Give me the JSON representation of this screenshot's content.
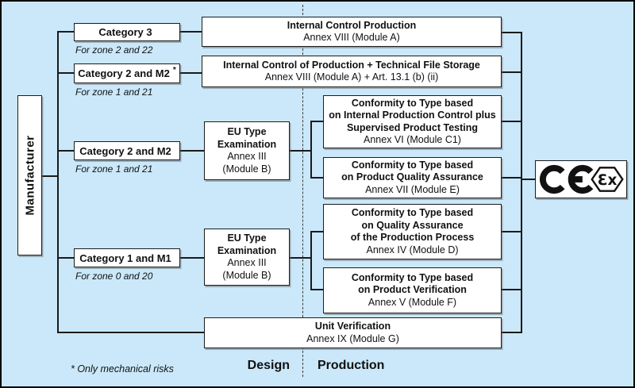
{
  "manufacturer": {
    "label": "Manufacturer"
  },
  "categories": [
    {
      "label": "Category 3",
      "note": "",
      "zone": "For zone 2 and 22"
    },
    {
      "label": "Category 2 and  M2",
      "note": "*",
      "zone": "For zone 1 and 21"
    },
    {
      "label": "Category 2 and  M2",
      "note": "",
      "zone": "For zone 1 and 21"
    },
    {
      "label": "Category 1 and  M1",
      "note": "",
      "zone": "For zone 0 and 20"
    }
  ],
  "boxes": {
    "internal_control_production": {
      "title": "Internal Control Production",
      "subtitle": "Annex VIII (Module A)"
    },
    "internal_control_tech_file": {
      "title": "Internal Control of Production + Technical File Storage",
      "subtitle": "Annex VIII (Module A) + Art. 13.1 (b) (ii)"
    },
    "eu_type_exam_1": {
      "title": "EU Type\nExamination",
      "subtitle": "Annex  III\n(Module B)"
    },
    "eu_type_exam_2": {
      "title": "EU Type\nExamination",
      "subtitle": "Annex  III\n(Module B)"
    },
    "conformity_c1": {
      "title": "Conformity to Type based\non Internal Production Control plus\nSupervised Product Testing",
      "subtitle": "Annex  VI (Module C1)"
    },
    "conformity_e": {
      "title": "Conformity to Type based\non Product Quality Assurance",
      "subtitle": "Annex  VII (Module E)"
    },
    "conformity_d": {
      "title": "Conformity to Type based\non Quality Assurance\nof the Production Process",
      "subtitle": "Annex  IV (Module D)"
    },
    "conformity_f": {
      "title": "Conformity to Type based\non Product Verification",
      "subtitle": "Annex  V (Module F)"
    },
    "unit_verification": {
      "title": "Unit Verification",
      "subtitle": "Annex IX (Module G)"
    }
  },
  "phases": {
    "design": "Design",
    "production": "Production"
  },
  "footnote": "* Only mechanical  risks",
  "marks": {
    "ce": "CE",
    "ex": "Ɛx"
  },
  "colors": {
    "background": "#cae8fa",
    "box_fill": "#ffffff",
    "line": "#1a1a1a"
  }
}
